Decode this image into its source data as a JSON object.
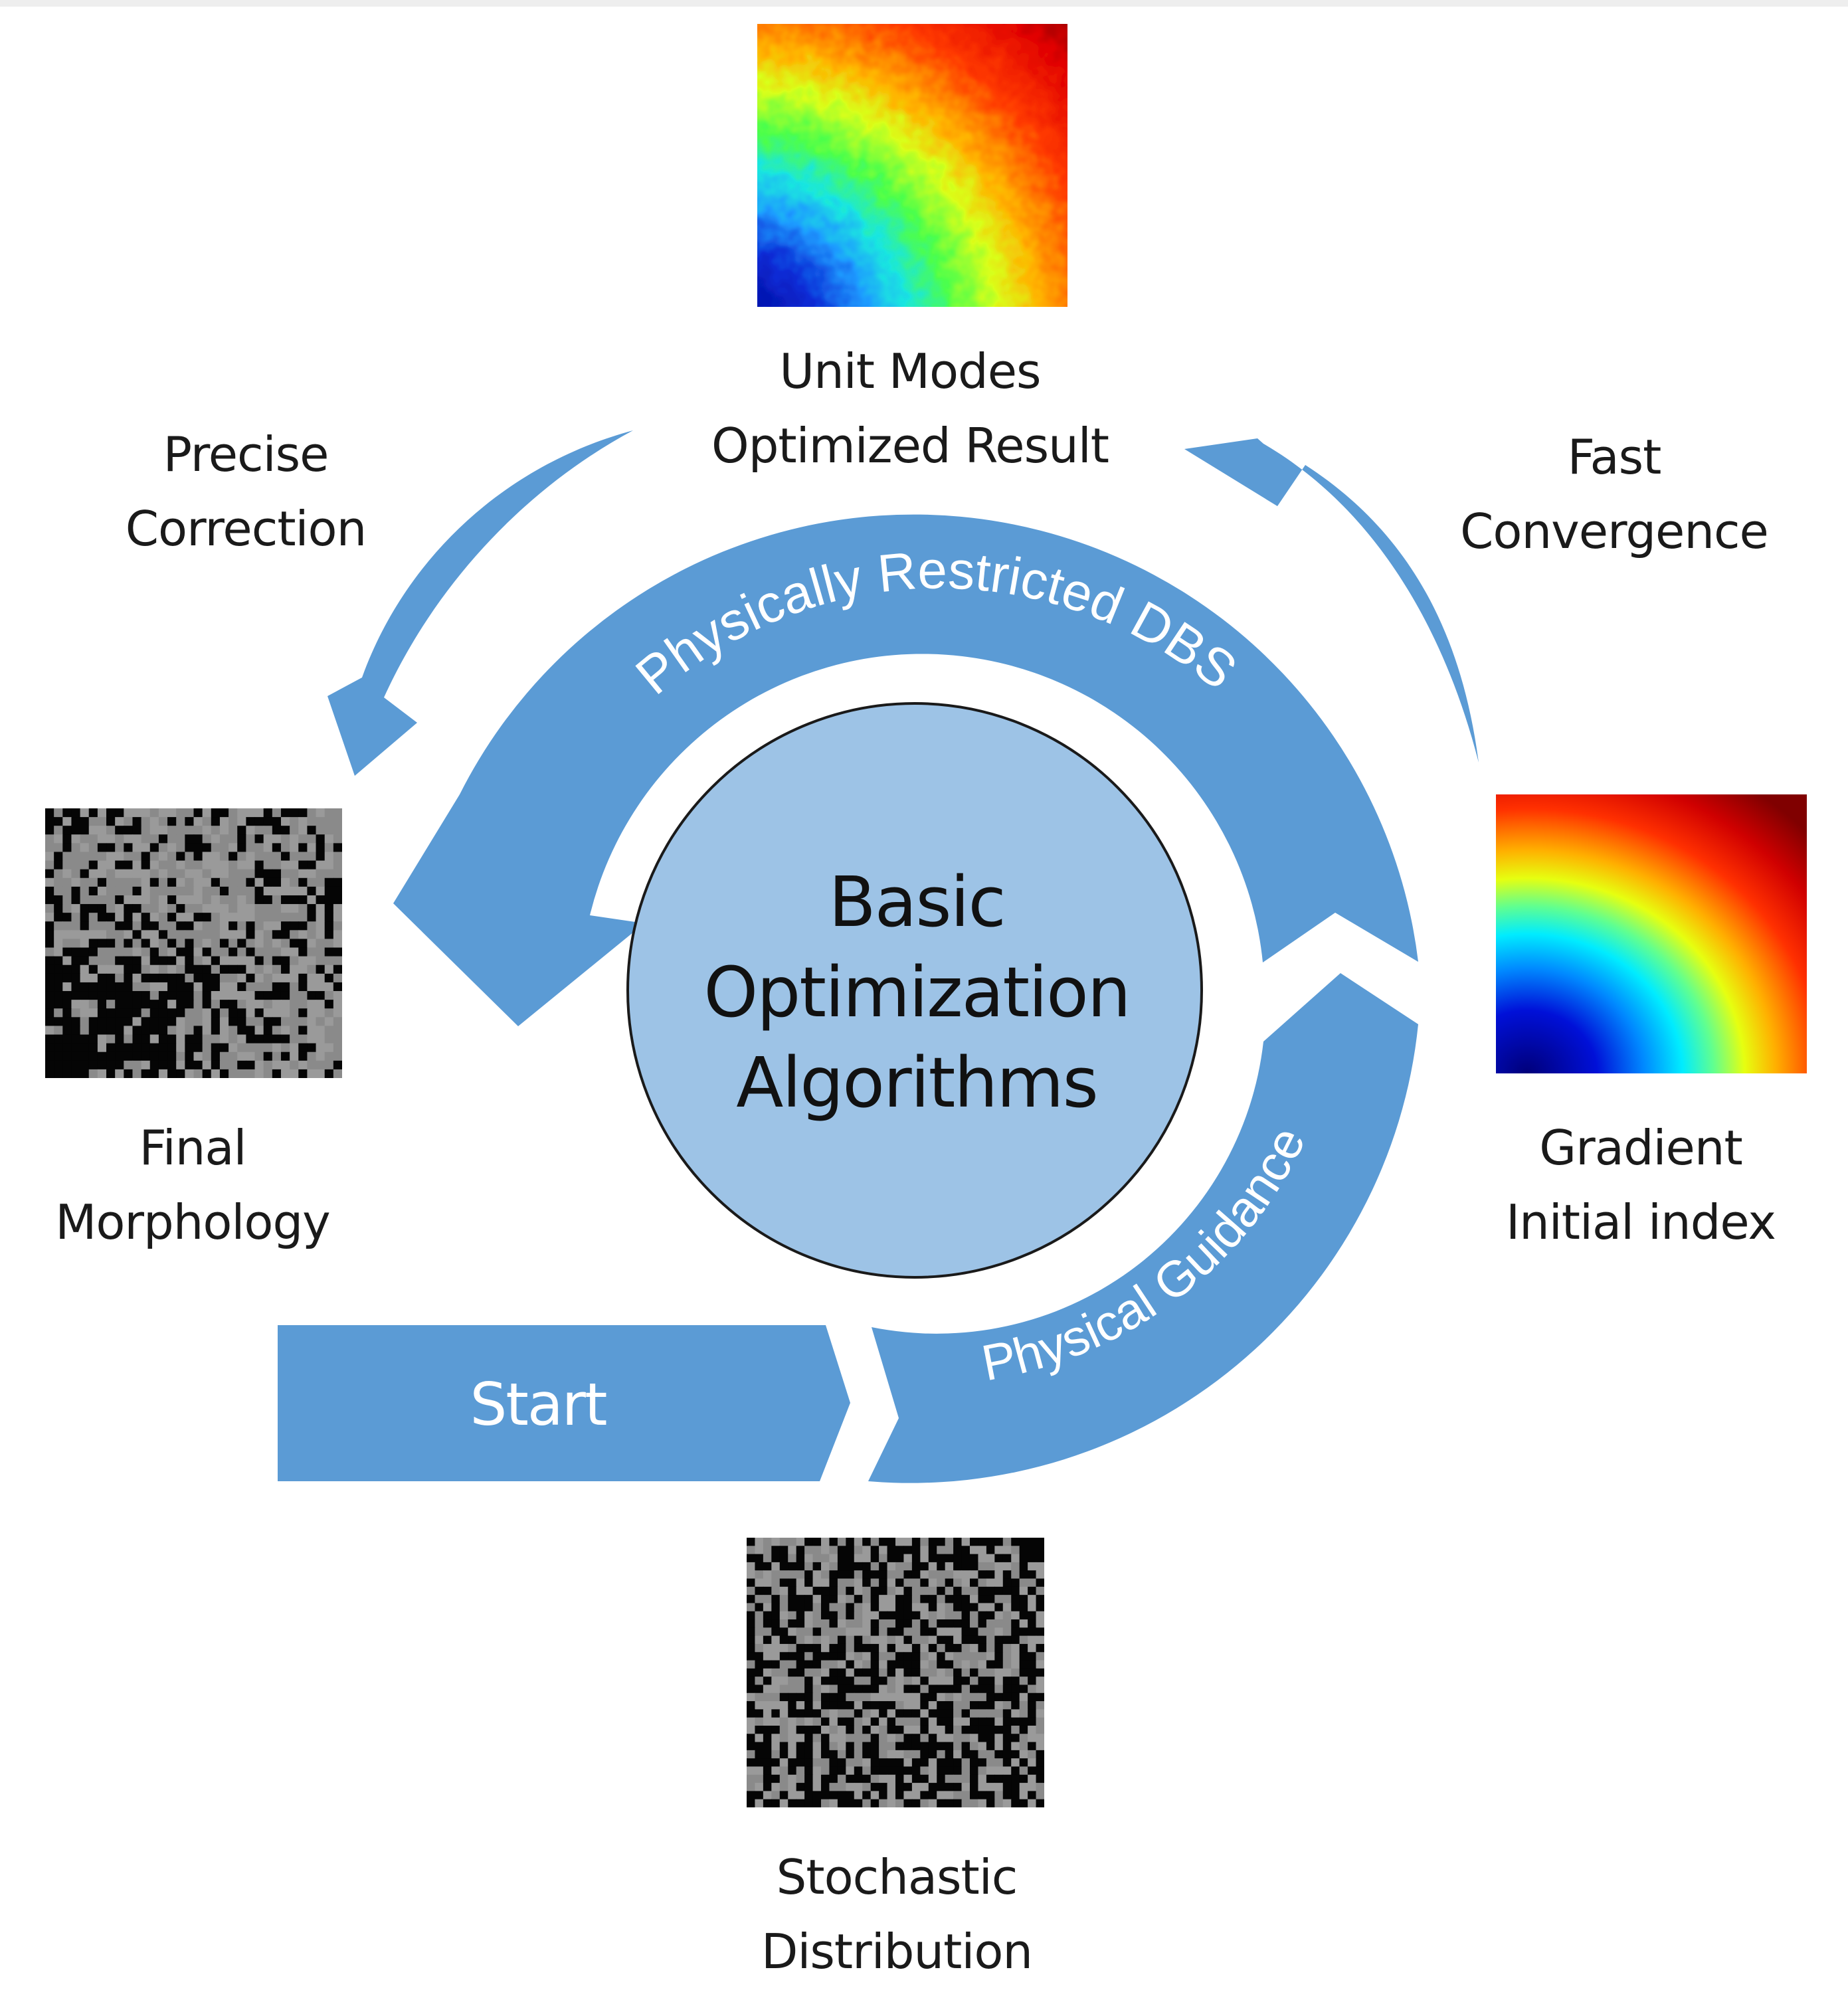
{
  "colors": {
    "arrow_blue": "#5b9bd5",
    "circle_fill": "#9dc3e6",
    "circle_stroke": "#1a1a1a",
    "text_dark": "#1a1a1a",
    "text_light": "#ffffff"
  },
  "center": {
    "line1": "Basic",
    "line2": "Optimization",
    "line3": "Algorithms"
  },
  "arcs": {
    "upper_label": "Physically Restricted DBS",
    "lower_label": "Physical Guidance"
  },
  "start_label": "Start",
  "nodes": {
    "top": {
      "line1": "Unit Modes",
      "line2": "Optimized Result",
      "image": "heatmap-noisy-optimized"
    },
    "right": {
      "line1": "Gradient",
      "line2": "Initial index",
      "image": "heatmap-radial-gradient"
    },
    "bottom": {
      "line1": "Stochastic",
      "line2": "Distribution",
      "image": "binary-random-pattern"
    },
    "left": {
      "line1": "Final",
      "line2": "Morphology",
      "image": "binary-morphology-pattern"
    }
  },
  "transitions": {
    "top_left": {
      "line1": "Precise",
      "line2": "Correction"
    },
    "top_right": {
      "line1": "Fast",
      "line2": "Convergence"
    }
  }
}
